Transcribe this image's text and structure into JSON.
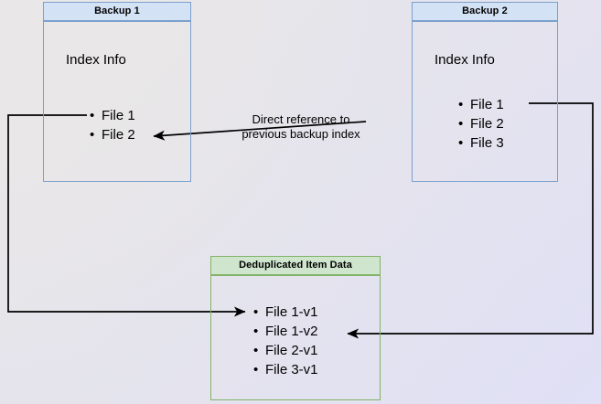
{
  "diagram": {
    "title": "Backup deduplication index reference diagram",
    "background": {
      "from": "#e9e7e7",
      "to": "#e0e0f6"
    },
    "colors": {
      "blue_border": "#7ba0cc",
      "blue_header_fill": "#d4e2f5",
      "green_border": "#82b366",
      "green_header_fill": "#cfe5cd",
      "edge_stroke": "#000000",
      "text": "#000000"
    },
    "nodes": {
      "backup1": {
        "header": "Backup 1",
        "section_label": "Index Info",
        "files": [
          "File 1",
          "File 2"
        ]
      },
      "backup2": {
        "header": "Backup 2",
        "section_label": "Index Info",
        "files": [
          "File 1",
          "File 2",
          "File 3"
        ]
      },
      "dedup": {
        "header": "Deduplicated Item Data",
        "files": [
          "File 1-v1",
          "File 1-v2",
          "File 2-v1",
          "File 3-v1"
        ]
      }
    },
    "edges": {
      "reference": {
        "label": "Direct reference to\nprevious backup index",
        "from": "backup2.files.File 2",
        "to": "backup1.files.File 2"
      },
      "backup1_to_dedup": {
        "from": "backup1.files.File 1",
        "to": "dedup.files.File 1-v1"
      },
      "backup2_to_dedup": {
        "from": "backup2.files.File 1",
        "to": "dedup.files.File 1-v2"
      }
    }
  }
}
